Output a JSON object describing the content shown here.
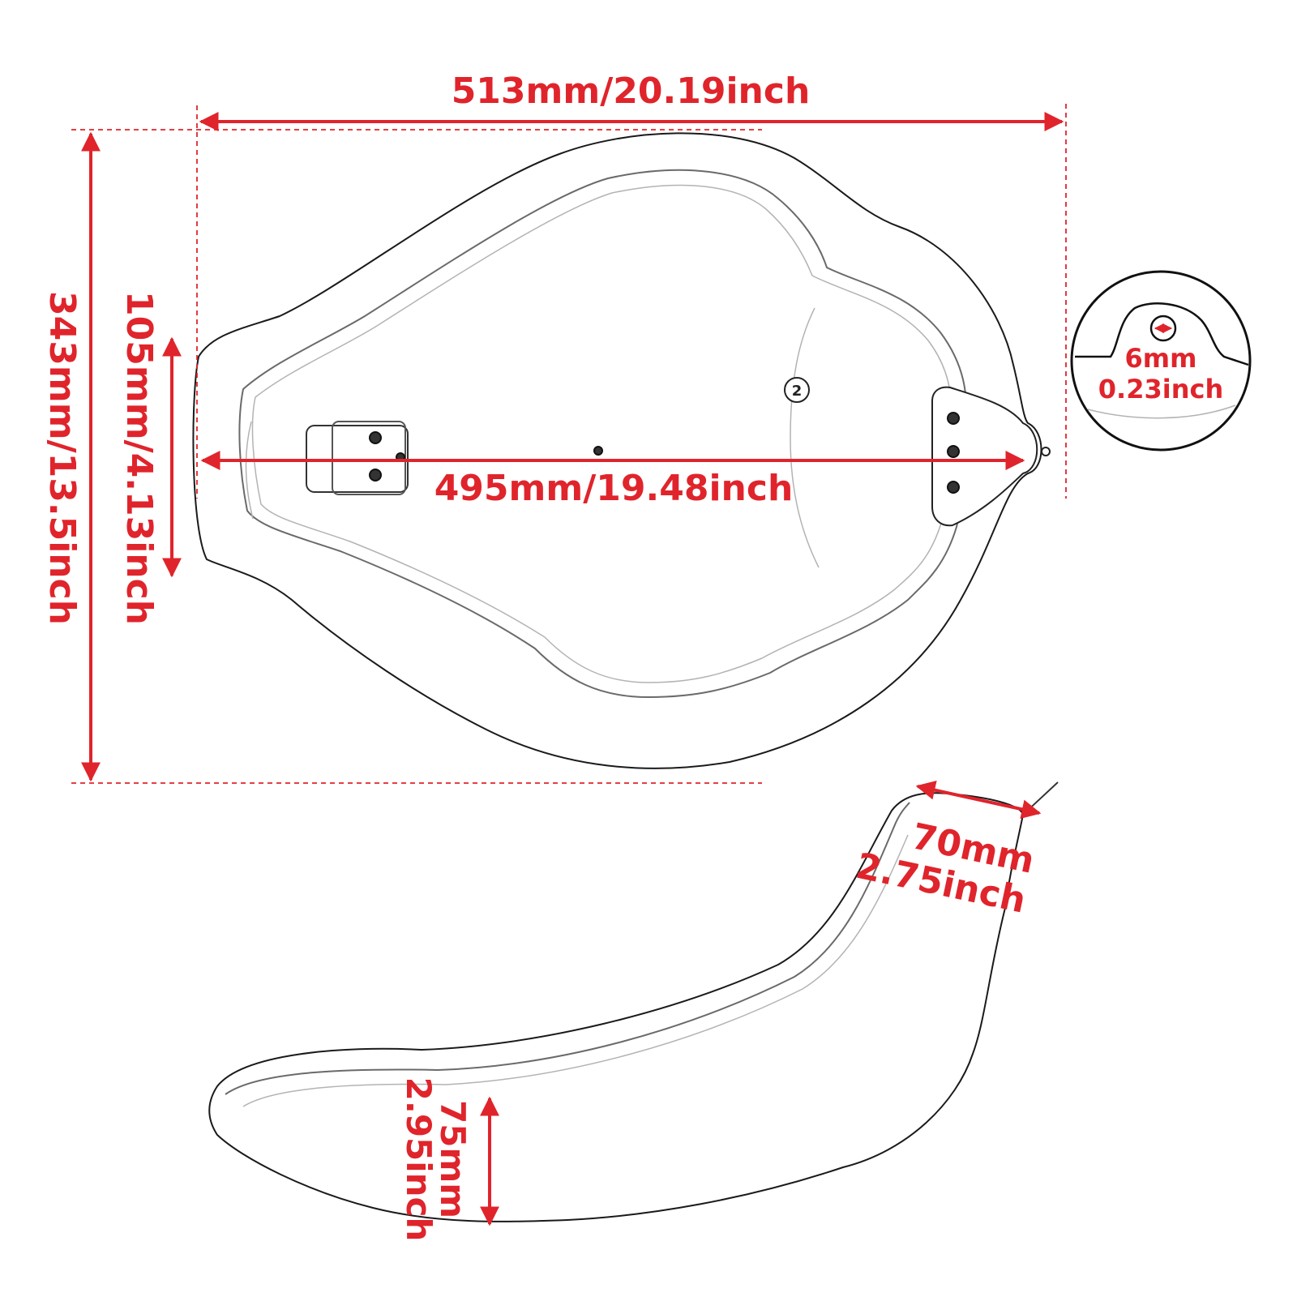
{
  "colors": {
    "dimension": "#e0242b",
    "outline": "#1a1a1a"
  },
  "dimensions": {
    "overall_width": "513mm/20.19inch",
    "overall_length": "343mm/13.5inch",
    "center_length": "495mm/19.48inch",
    "nose_width": "105mm/4.13inch",
    "hole_mm": "6mm",
    "hole_inch": "0.23inch",
    "rear_mm": "70mm",
    "rear_inch": "2.75inch",
    "height_mm": "75mm",
    "height_inch": "2.95inch"
  },
  "labels": {
    "mount_number": "2"
  }
}
